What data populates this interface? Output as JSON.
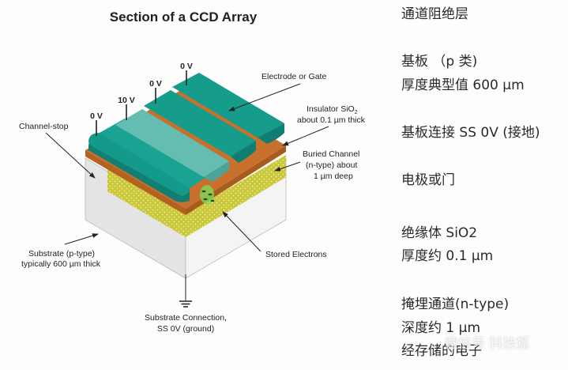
{
  "diagram": {
    "title": "Section of a CCD Array",
    "voltages": [
      "0 V",
      "10 V",
      "0 V",
      "0 V"
    ],
    "labels": {
      "channel_stop": "Channel-stop",
      "electrode": "Electrode or Gate",
      "insulator_line1": "Insulator SiO",
      "insulator_sub": "2",
      "insulator_line2": "about 0.1 µm thick",
      "buried_line1": "Buried Channel",
      "buried_line2": "(n-type) about",
      "buried_line3": "1 µm deep",
      "substrate_line1": "Substrate (p-type)",
      "substrate_line2": "typically 600 µm thick",
      "stored": "Stored Electrons",
      "connection_line1": "Substrate Connection,",
      "connection_line2": "SS 0V (ground)"
    },
    "colors": {
      "electrode": "#149a8a",
      "electrode_active": "#5bb8aa",
      "insulator": "#c8702e",
      "buried": "#c8c83a",
      "substrate": "#ececec",
      "electrons": "#7ed957"
    }
  },
  "notes": [
    "通道阻绝层",
    "基板 （p 类)",
    "厚度典型值 600 µm",
    "基板连接 SS 0V (接地)",
    "电极或门",
    "绝缘体 SiO2",
    "厚度约 0.1 µm",
    "掩埋通道(n-type)",
    "深度约 1 µm",
    "经存储的电子"
  ],
  "watermark": "微信号 科技狐"
}
